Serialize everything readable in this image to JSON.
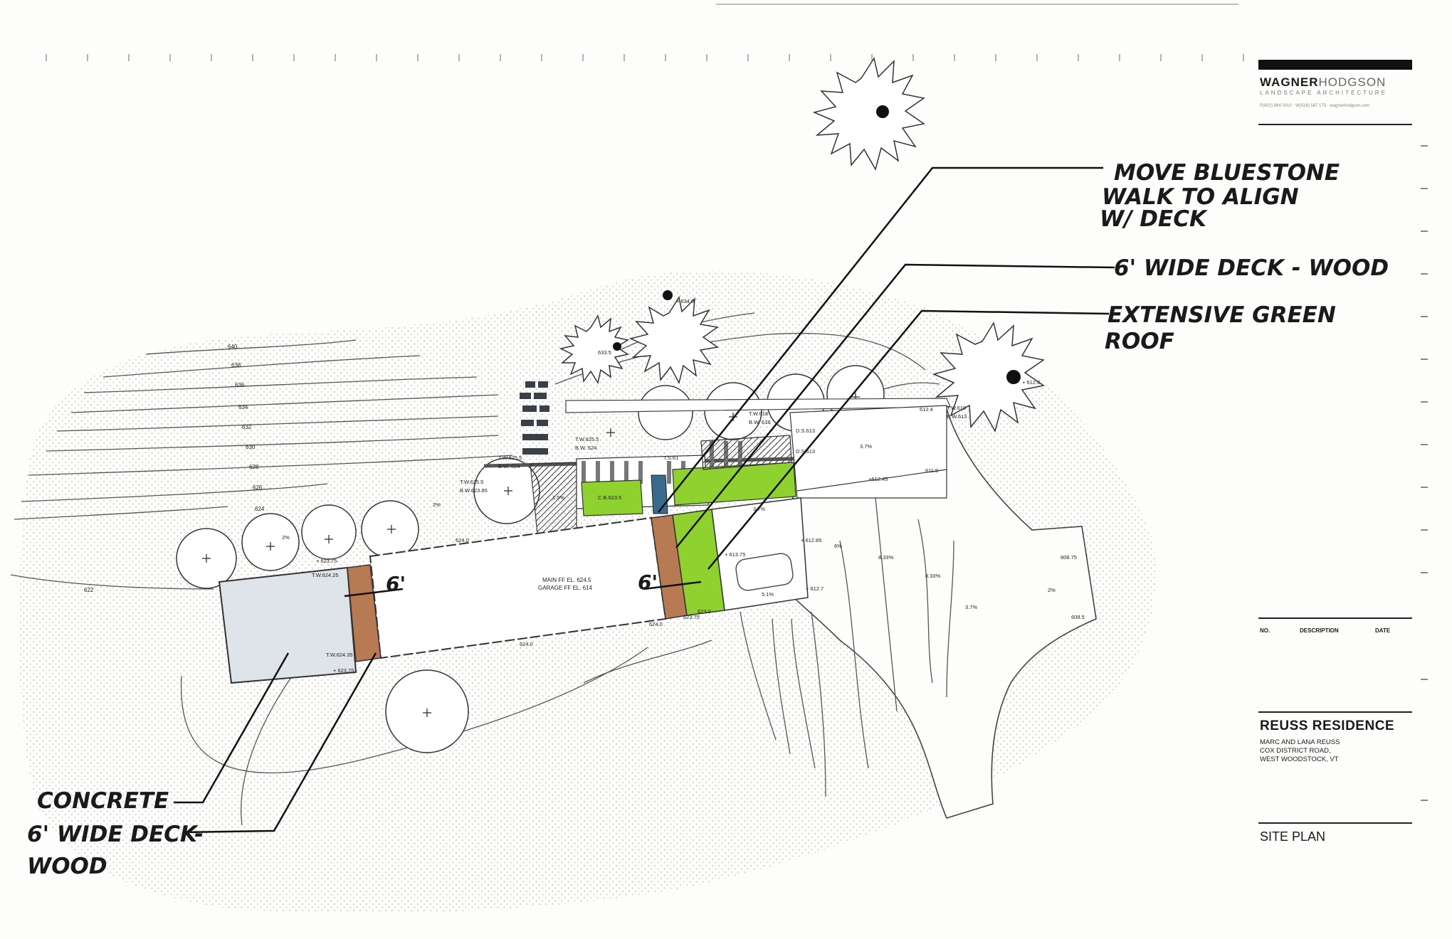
{
  "annotations": {
    "move_walk": [
      "MOVE BLUESTONE",
      "WALK TO ALIGN",
      "W/ DECK"
    ],
    "deck_wood_top": "6' WIDE DECK - WOOD",
    "green_roof": [
      "EXTENSIVE GREEN",
      "ROOF"
    ],
    "concrete": "CONCRETE",
    "deck_wood_bottom": [
      "6' WIDE DECK-",
      "WOOD"
    ],
    "deck_dim_left": "6'",
    "deck_dim_right": "6'"
  },
  "plan": {
    "floor_el_main": "MAIN FF EL. 624.5",
    "floor_el_garage": "GARAGE FF EL. 614",
    "contours": [
      "640",
      "638",
      "636",
      "634",
      "632",
      "630",
      "628",
      "626",
      "624",
      "622"
    ],
    "spots": {
      "tw_624_25": "T.W.624.25",
      "tw_624_35": "T.W.624.35",
      "s_623_75a": "+ 623.75",
      "s_624_0a": "624.0",
      "s_624_0b": "624.0",
      "s_624_0c": "624.0",
      "s_623_75b": "+ 623.75",
      "s_623_75c": "623.75",
      "s_623_0": "623.0",
      "s_613_75": "+ 613.75",
      "s_612_85": "+ 612.85",
      "s_612_7": "+ 612.7",
      "tw_625_5a": "T.W.625.5",
      "bw_623_85": "B.W.623.85",
      "tw_625_5b": "T.W.625.5",
      "bw_624a": "B.W. 624",
      "tw_625_5c": "T.W.625.5",
      "bw_624b": "B.W. 624",
      "tw_618a": "T.W.618",
      "bw_618": "B.W. 618",
      "tw_618b": "T.W.618",
      "bw_613": "B.W.613",
      "ds_613a": "D.S.613",
      "ds_613b": "D.S.613",
      "ts_61": "T.S.61",
      "cb_623_5": "C.B.623.5",
      "s_612_4": "612.4",
      "s_611_9": "611.9",
      "s_612_45": "+612.45",
      "s_608_75": "608.75",
      "s_608_5": "608.5",
      "s_634_0": "+ 634.0",
      "s_633_5": "633.5",
      "s_612_0": "+ 612.0"
    },
    "slopes": [
      "2%",
      "2%",
      "1.5%",
      "3.7%",
      "3.7%",
      "5.1%",
      "6%",
      "8.33%",
      "8.33%",
      "3.7%",
      "2%"
    ]
  },
  "title_block": {
    "firm_bold": "WAGNER",
    "firm_light": "HODGSON",
    "firm_sub": "LANDSCAPE ARCHITECTURE",
    "contact": "P(802) 864 0010 · W(518) 587 175 · wagnerhodgson.com",
    "revision_headers": {
      "no": "NO.",
      "description": "DESCRIPTION",
      "date": "DATE"
    },
    "project": "REUSS RESIDENCE",
    "client": "MARC AND LANA REUSS",
    "road": "COX DISTRICT ROAD,",
    "town": "WEST WOODSTOCK, VT",
    "sheet": "SITE PLAN"
  },
  "colors": {
    "green_roof": "#8fd12e",
    "deck_wood": "#b87a52",
    "concrete": "#dfe3ea",
    "walk": "#50565f",
    "ink": "#1a1a1a"
  }
}
